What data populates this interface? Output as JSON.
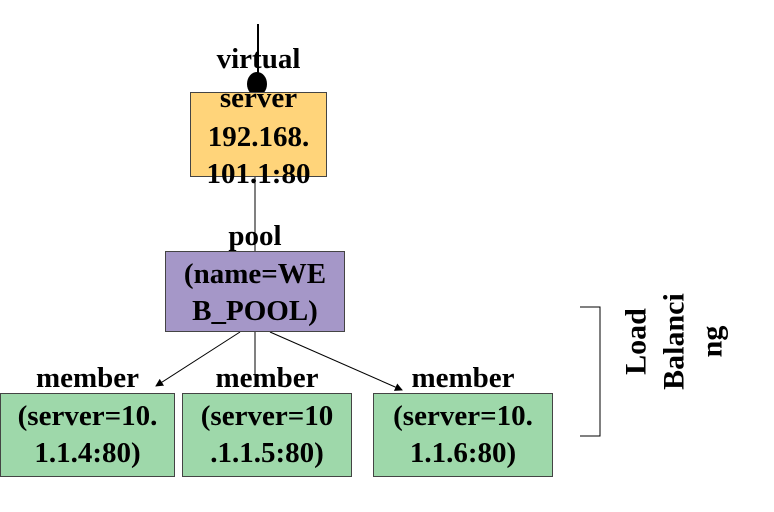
{
  "colors": {
    "virtual_server_fill": "#FFD47A",
    "pool_fill": "#A597C8",
    "member_fill": "#9ED8AA",
    "line": "#000000"
  },
  "virtual_server": {
    "line1": "virtual",
    "line2": "server",
    "line3": "192.168.",
    "line4": "101.1:80"
  },
  "pool": {
    "line1": "pool",
    "line2": "(name=WE",
    "line3": "B_POOL)"
  },
  "members": [
    {
      "heading": "member",
      "line1": "(server=10.",
      "line2": "1.1.4:80)"
    },
    {
      "heading": "member",
      "line1": "(server=10",
      "line2": ".1.1.5:80)"
    },
    {
      "heading": "member",
      "line1": "(server=10.",
      "line2": "1.1.6:80)"
    }
  ],
  "load_balancing": {
    "line1": "Load",
    "line2": "Balanci",
    "line3": "ng"
  }
}
